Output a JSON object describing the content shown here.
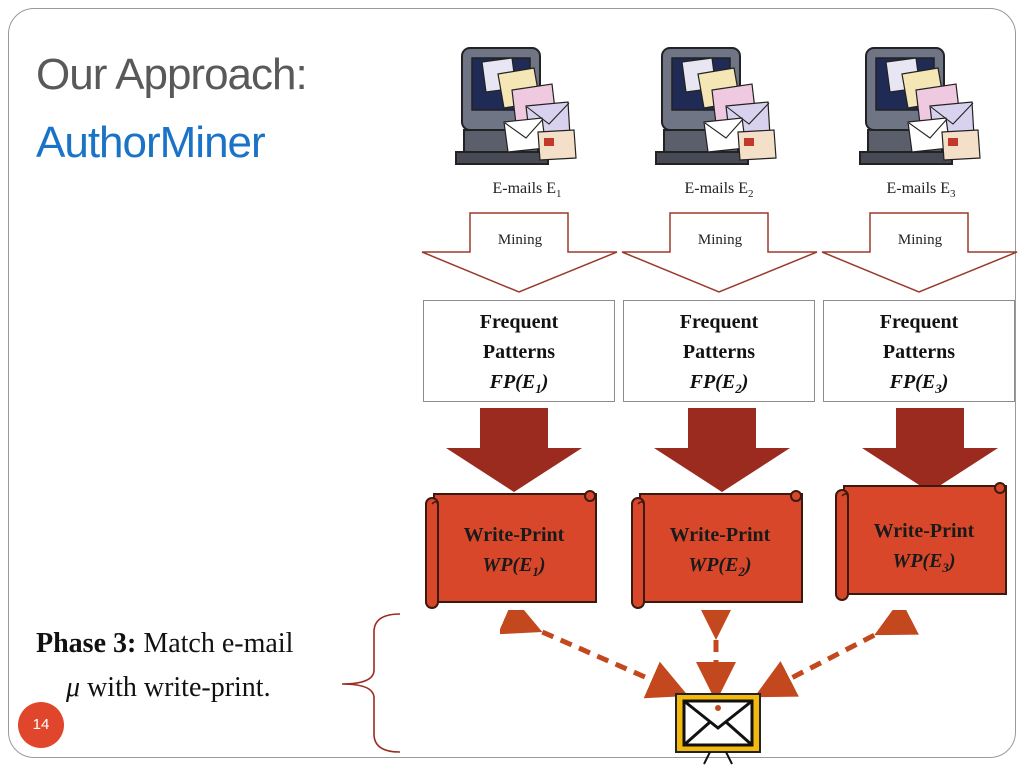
{
  "title": {
    "line1": "Our Approach:",
    "line2": "AuthorMiner"
  },
  "columns": [
    {
      "email_label": "E-mails E",
      "email_sub": "1",
      "arrow_label": "Mining",
      "fp_line1": "Frequent",
      "fp_line2": "Patterns",
      "fp_formula_pre": "FP(E",
      "fp_formula_sub": "1",
      "fp_formula_post": ")",
      "wp_line1": "Write-Print",
      "wp_formula_pre": "WP(E",
      "wp_formula_sub": "1",
      "wp_formula_post": ")"
    },
    {
      "email_label": "E-mails E",
      "email_sub": "2",
      "arrow_label": "Mining",
      "fp_line1": "Frequent",
      "fp_line2": "Patterns",
      "fp_formula_pre": "FP(E",
      "fp_formula_sub": "2",
      "fp_formula_post": ")",
      "wp_line1": "Write-Print",
      "wp_formula_pre": "WP(E",
      "wp_formula_sub": "2",
      "wp_formula_post": ")"
    },
    {
      "email_label": "E-mails E",
      "email_sub": "3",
      "arrow_label": "Mining",
      "fp_line1": "Frequent",
      "fp_line2": "Patterns",
      "fp_formula_pre": "FP(E",
      "fp_formula_sub": "3",
      "fp_formula_post": ")",
      "wp_line1": "Write-Print",
      "wp_formula_pre": "WP(E",
      "wp_formula_sub": "3",
      "wp_formula_post": ")"
    }
  ],
  "phase": {
    "label": "Phase 3:",
    "text1": "Match e-mail",
    "mu": "μ",
    "text2": "with write-print."
  },
  "page_number": "14",
  "colors": {
    "title_gray": "#595959",
    "title_blue": "#1a73c6",
    "arrow_red": "#9b2a1f",
    "scroll_orange": "#d9472b",
    "page_badge": "#e0462c",
    "envelope_yellow": "#f2b90f"
  },
  "icons": {
    "computer": "computer-with-emails-icon",
    "envelope": "envelope-icon",
    "scroll": "scroll-icon"
  }
}
